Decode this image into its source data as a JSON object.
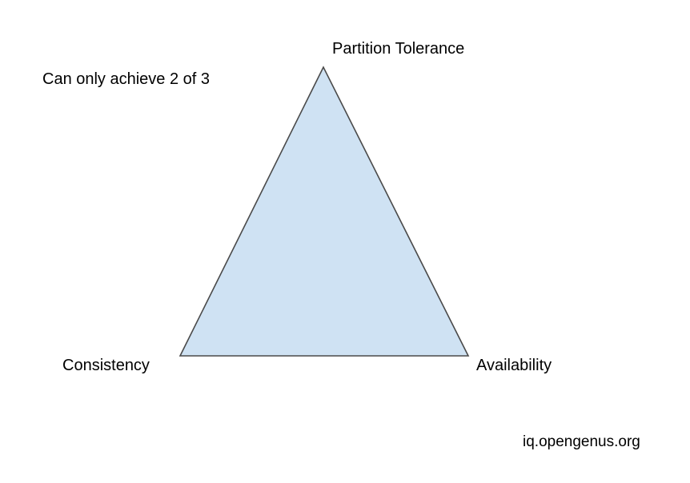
{
  "note": "Can only achieve 2 of 3",
  "vertices": {
    "top": "Partition Tolerance",
    "left": "Consistency",
    "right": "Availability"
  },
  "watermark": "iq.opengenus.org",
  "colors": {
    "triangle_fill": "#cfe2f3",
    "triangle_stroke": "#4a4a4a",
    "text": "#000000",
    "background": "#ffffff"
  }
}
